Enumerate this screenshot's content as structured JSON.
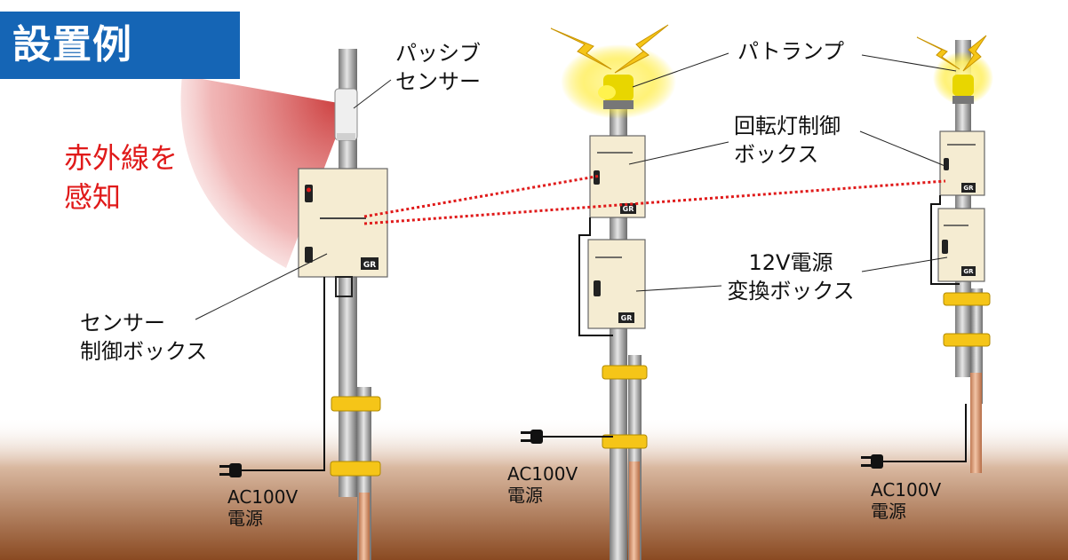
{
  "title": "設置例",
  "labels": {
    "infrared": "赤外線を\n感知",
    "passive_sensor": "パッシブ\nセンサー",
    "sensor_box": "センサー\n制御ボックス",
    "patlamp": "パトランプ",
    "rotary_box": "回転灯制御\nボックス",
    "power_box": "12V電源\n変換ボックス",
    "ac_left": "AC100V\n電源",
    "ac_mid": "AC100V\n電源",
    "ac_right": "AC100V\n電源"
  },
  "box_logo": "GR",
  "colors": {
    "title_bg": "#1565b5",
    "infrared_text": "#e01a1a",
    "signal_line": "#e01a1a",
    "box_fill": "#f5ecd2",
    "clamp": "#f5c518",
    "lamp_glow": "#ffe600"
  }
}
